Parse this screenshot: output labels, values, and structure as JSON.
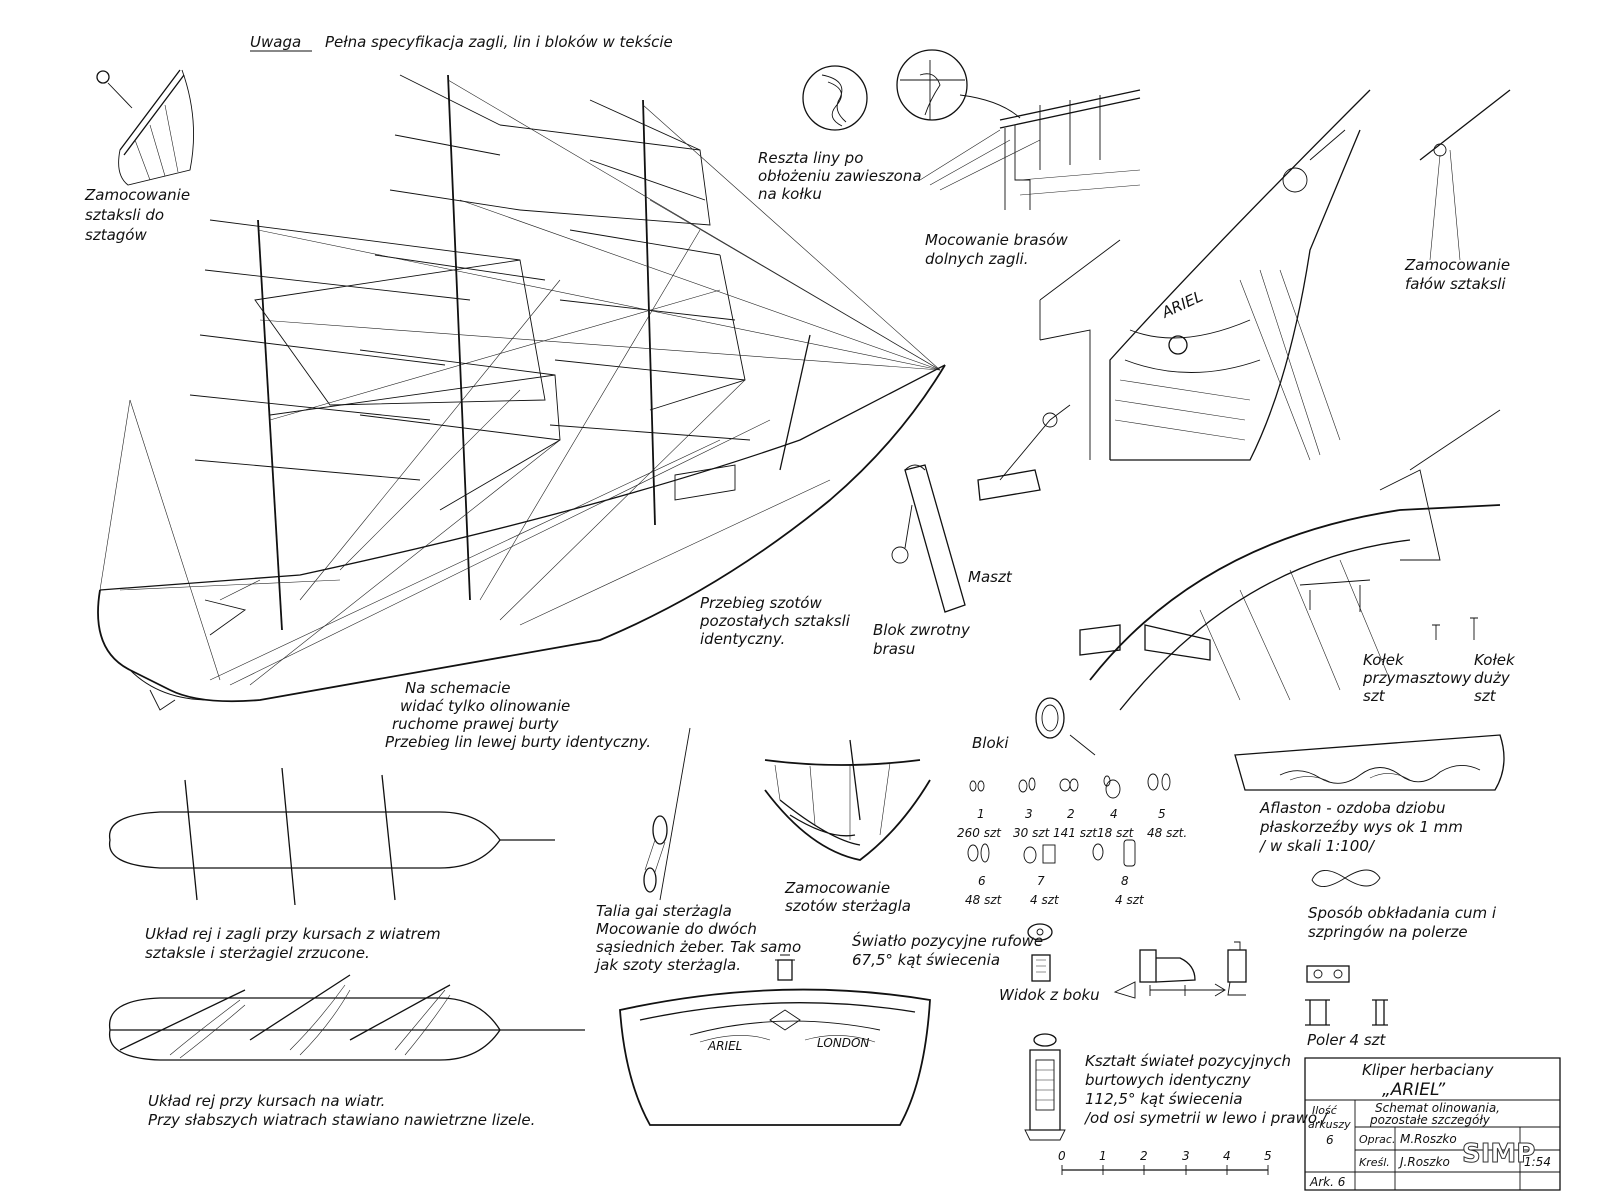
{
  "header": {
    "note_label": "Uwaga",
    "note_text": "Pełna specyfikacja zagli, lin i bloków w tekście"
  },
  "labels": {
    "staysail_fixing": [
      "Zamocowanie",
      "sztaksli do",
      "sztagów"
    ],
    "rope_rest": [
      "Reszta liny po",
      "obłożeniu zawieszona",
      "na kołku"
    ],
    "braces_fixing": [
      "Mocowanie brasów",
      "dolnych zagli."
    ],
    "halyard_fixing": [
      "Zamocowanie",
      "fałów sztaksli"
    ],
    "mast": "Maszt",
    "brace_block": [
      "Blok zwrotny",
      "brasu"
    ],
    "sheets_route": [
      "Przebieg szotów",
      "pozostałych sztaksli",
      "identyczny."
    ],
    "schema_note": [
      "Na schemacie",
      "widać tylko olinowanie",
      "ruchome prawej burty",
      "Przebieg lin lewej burty identyczny."
    ],
    "pins": {
      "mast_pin": [
        "Kołek",
        "przymasztowy",
        "szt"
      ],
      "big_pin": [
        "Kołek",
        "duży",
        "szt"
      ]
    },
    "blocks_title": "Bloki",
    "aflaston": [
      "Aflaston - ozdoba dziobu",
      "płaskorzeźby wys ok 1 mm",
      "/ w skali 1:100/"
    ],
    "yards_layout_1": [
      "Układ rej i zagli przy kursach z wiatrem",
      "sztaksle i sterżagiel zrzucone."
    ],
    "yards_layout_2": [
      "Układ rej przy kursach na wiatr.",
      "Przy słabszych wiatrach stawiano nawietrzne lizele."
    ],
    "gaff_tackle": [
      "Talia gai sterżagla",
      "Mocowanie do dwóch",
      "sąsiednich żeber. Tak samo",
      "jak szoty sterżagla."
    ],
    "spanker_sheets": [
      "Zamocowanie",
      "szotów sterżagla"
    ],
    "stern_light": [
      "Światło pozycyjne rufowe",
      "67,5° kąt świecenia"
    ],
    "side_view": "Widok z boku",
    "mooring": [
      "Sposób obkładania cum i",
      "szpringów na polerze"
    ],
    "bollard": "Poler   4 szt",
    "side_lights": [
      "Kształt świateł pozycyjnych",
      "burtowych identyczny",
      "112,5° kąt świecenia",
      "/od osi symetrii w lewo i prawo./"
    ],
    "hull_names": {
      "bow_name": "ARIEL",
      "stern_name": "ARIEL",
      "stern_port": "LONDON"
    }
  },
  "blocks": [
    {
      "num": "1",
      "qty": "260 szt"
    },
    {
      "num": "3",
      "qty": "30 szt"
    },
    {
      "num": "2",
      "qty": "141 szt"
    },
    {
      "num": "4",
      "qty": "18 szt"
    },
    {
      "num": "5",
      "qty": "48 szt."
    },
    {
      "num": "6",
      "qty": "48 szt"
    },
    {
      "num": "7",
      "qty": "4 szt"
    },
    {
      "num": "8",
      "qty": "4 szt"
    }
  ],
  "scale_bar": [
    "0",
    "1",
    "2",
    "3",
    "4",
    "5"
  ],
  "title_block": {
    "ship_type": "Kliper herbaciany",
    "ship_name": "„ARIEL”",
    "sheets_label": [
      "Ilość",
      "arkuszy"
    ],
    "sheets_count": "6",
    "description": [
      "Schemat olinowania,",
      "pozostałe szczegóły"
    ],
    "prepared_label": "Oprac.",
    "prepared_by": "M.Roszko",
    "drawn_label": "Kreśl.",
    "drawn_by": "J.Roszko",
    "sheet_no": "Ark. 6",
    "scale": "1:54"
  },
  "watermark": "SIMP"
}
